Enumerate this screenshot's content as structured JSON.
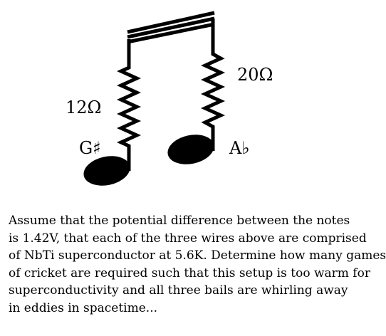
{
  "figure": {
    "label_left_resistor": "12Ω",
    "label_right_resistor": "20Ω",
    "label_left_note": "G♯",
    "label_right_note": "A♭",
    "ink_color": "#000000"
  },
  "question": {
    "lines": [
      "Assume that the potential difference between the notes",
      "is 1.42V, that each of the three wires above are comprised",
      "of NbTi superconductor at 5.6K. Determine how many games",
      "of cricket are required such that this setup is too warm for",
      "superconductivity and all three bails are whirling away",
      "in eddies in spacetime..."
    ]
  }
}
